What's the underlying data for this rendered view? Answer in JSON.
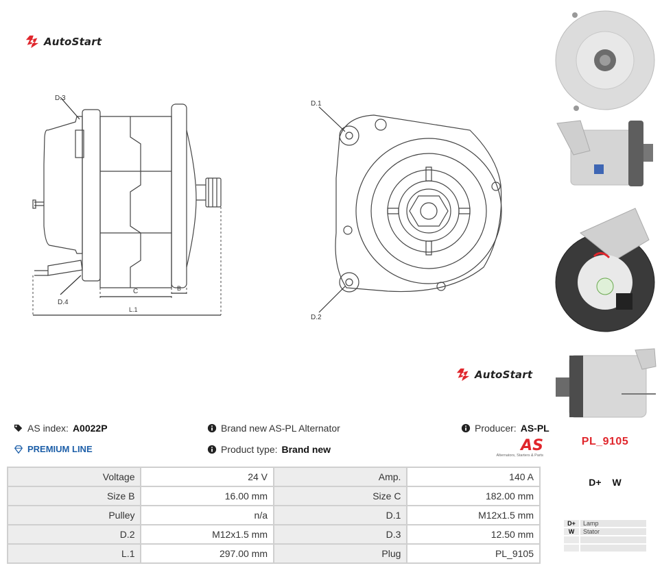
{
  "brand": {
    "name": "AutoStart",
    "color": "#e0262c"
  },
  "drawing": {
    "side_labels": {
      "d3": "D.3",
      "d4": "D.4",
      "c": "C",
      "b": "B",
      "l1": "L.1"
    },
    "front_labels": {
      "d1": "D.1",
      "d2": "D.2"
    }
  },
  "info": {
    "as_index_label": "AS index:",
    "as_index_value": "A0022P",
    "premium": "PREMIUM LINE",
    "description": "Brand new AS-PL Alternator",
    "product_type_label": "Product type:",
    "product_type_value": "Brand new",
    "producer_label": "Producer:",
    "producer_value": "AS-PL",
    "aspl_logo_text": "AS",
    "aspl_tagline": "Alternators, Starters & Parts"
  },
  "specs": [
    {
      "k1": "Voltage",
      "v1": "24 V",
      "k2": "Amp.",
      "v2": "140 A"
    },
    {
      "k1": "Size B",
      "v1": "16.00 mm",
      "k2": "Size C",
      "v2": "182.00 mm"
    },
    {
      "k1": "Pulley",
      "v1": "n/a",
      "k2": "D.1",
      "v2": "M12x1.5 mm"
    },
    {
      "k1": "D.2",
      "v1": "M12x1.5 mm",
      "k2": "D.3",
      "v2": "12.50 mm"
    },
    {
      "k1": "L.1",
      "v1": "297.00 mm",
      "k2": "Plug",
      "v2": "PL_9105"
    }
  ],
  "plug": {
    "name": "PL_9105",
    "pins": "D+ W",
    "legend": [
      {
        "code": "D+",
        "desc": "Lamp"
      },
      {
        "code": "W",
        "desc": "Stator"
      },
      {
        "code": "",
        "desc": ""
      },
      {
        "code": "",
        "desc": ""
      }
    ]
  }
}
